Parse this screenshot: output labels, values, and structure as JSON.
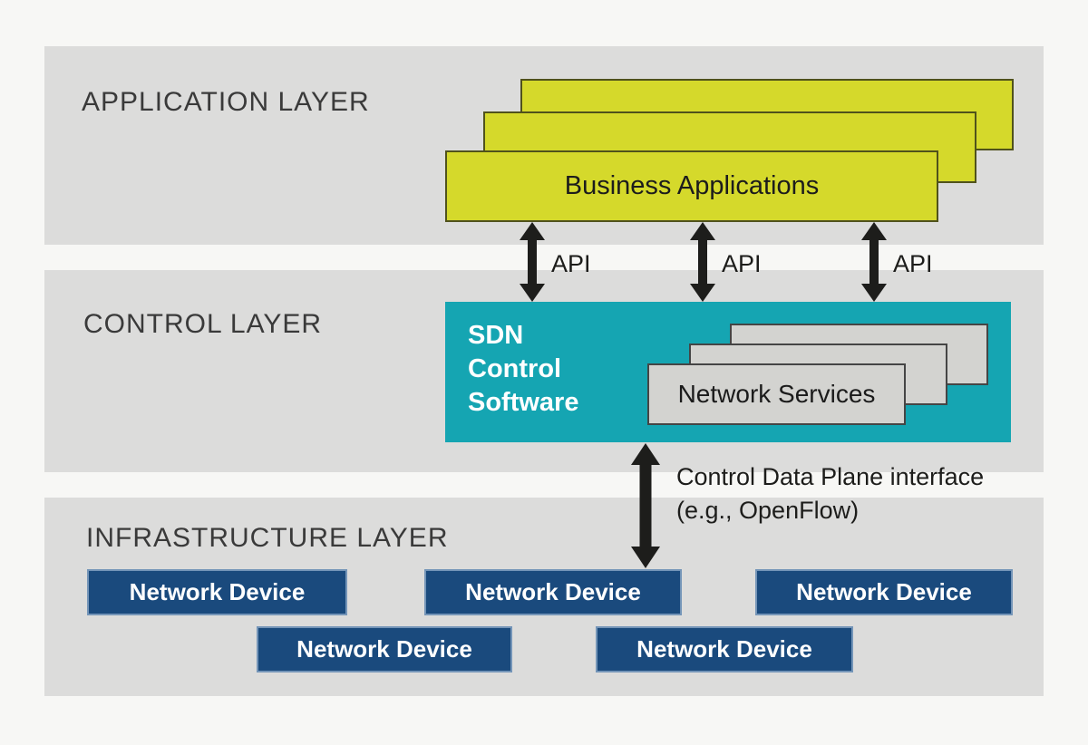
{
  "layers": {
    "application": {
      "label": "APPLICATION LAYER"
    },
    "control": {
      "label": "CONTROL LAYER"
    },
    "infrastructure": {
      "label": "INFRASTRUCTURE LAYER"
    }
  },
  "application": {
    "business_applications_label": "Business Applications"
  },
  "api": {
    "labels": [
      "API",
      "API",
      "API"
    ]
  },
  "control": {
    "sdn_lines": [
      "SDN",
      "Control",
      "Software"
    ],
    "network_services_label": "Network Services"
  },
  "control_data_plane": {
    "line1": "Control Data Plane interface",
    "line2": "(e.g., OpenFlow)"
  },
  "infrastructure": {
    "devices": [
      "Network Device",
      "Network Device",
      "Network Device",
      "Network Device",
      "Network Device"
    ]
  },
  "colors": {
    "band_gray": "#dcdcdb",
    "background": "#f7f7f5",
    "business_app_yellow": "#d5d92b",
    "sdn_teal": "#15a5b2",
    "network_services_gray": "#d3d3d0",
    "network_device_navy": "#1a4a7d",
    "arrow_black": "#1d1d1b"
  }
}
